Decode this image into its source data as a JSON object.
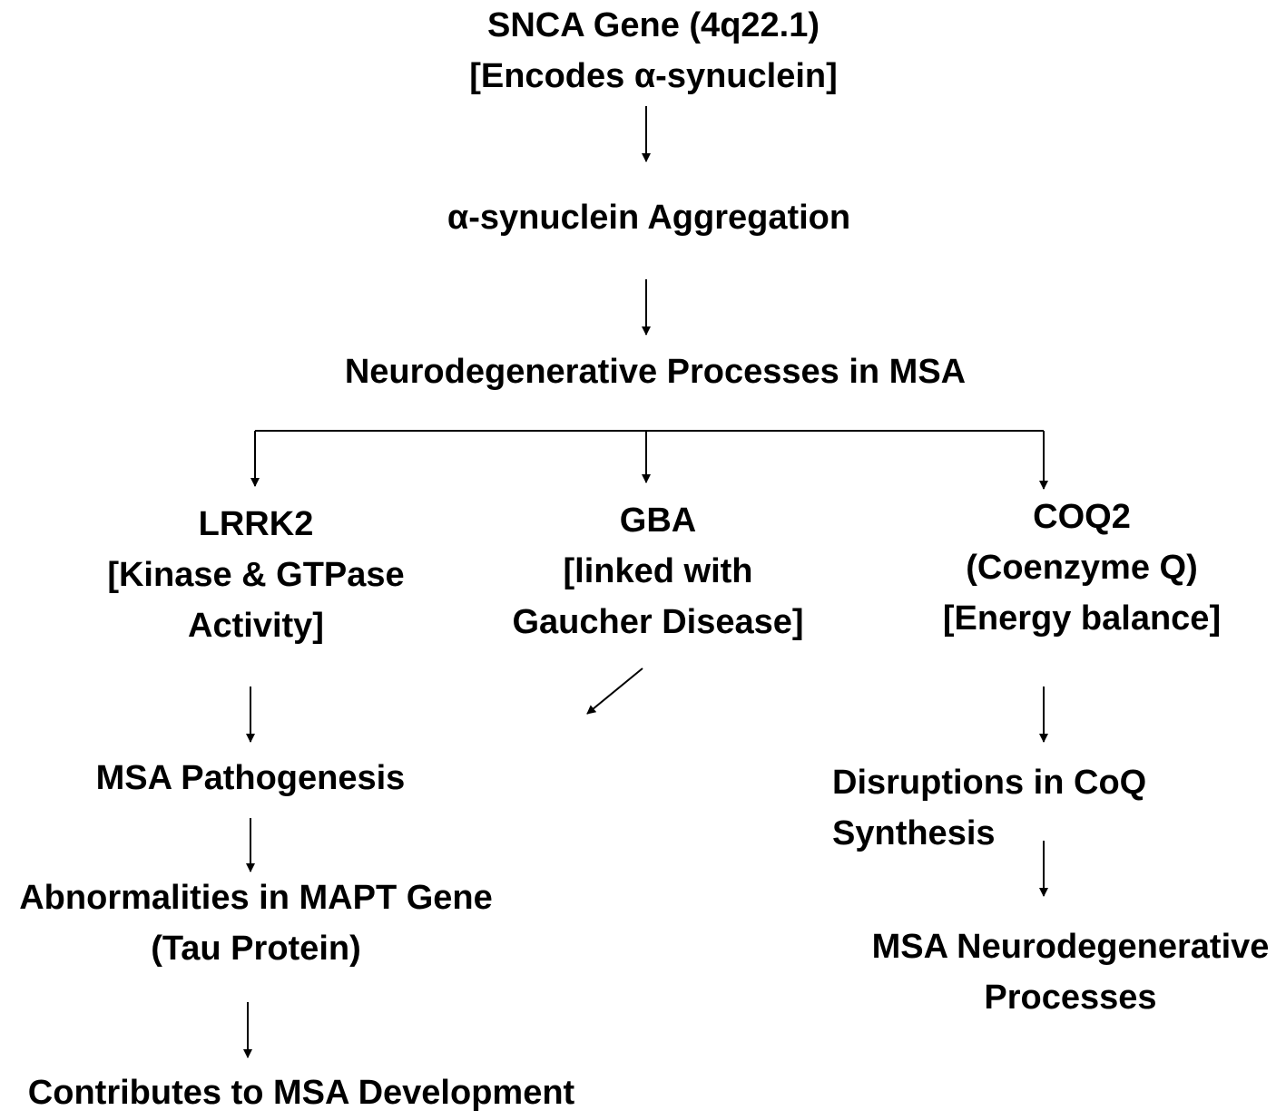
{
  "diagram": {
    "nodes": {
      "snca": {
        "lines": [
          "SNCA Gene (4q22.1)",
          "[Encodes α-synuclein]"
        ]
      },
      "aggregation": {
        "lines": [
          "α-synuclein Aggregation"
        ]
      },
      "neuro": {
        "lines": [
          "Neurodegenerative Processes in MSA"
        ]
      },
      "lrrk2": {
        "lines": [
          "LRRK2",
          "[Kinase & GTPase",
          "Activity]"
        ]
      },
      "gba": {
        "lines": [
          "GBA",
          "[linked with",
          "Gaucher Disease]"
        ]
      },
      "coq2": {
        "lines": [
          "COQ2",
          "(Coenzyme Q)",
          "[Energy balance]"
        ]
      },
      "msa_patho": {
        "lines": [
          "MSA Pathogenesis"
        ]
      },
      "mapt": {
        "lines": [
          "Abnormalities in MAPT Gene",
          "(Tau Protein)"
        ]
      },
      "contrib": {
        "lines": [
          "Contributes to MSA Development"
        ]
      },
      "disrupt": {
        "lines": [
          "Disruptions in CoQ",
          "Synthesis"
        ]
      },
      "msa_neuro": {
        "lines": [
          "MSA Neurodegenerative",
          "Processes"
        ]
      }
    },
    "edges": [
      {
        "from": "snca",
        "to": "aggregation"
      },
      {
        "from": "aggregation",
        "to": "neuro"
      },
      {
        "from": "neuro",
        "to": "lrrk2"
      },
      {
        "from": "neuro",
        "to": "gba"
      },
      {
        "from": "neuro",
        "to": "coq2"
      },
      {
        "from": "gba",
        "to": ""
      },
      {
        "from": "lrrk2",
        "to": "msa_patho"
      },
      {
        "from": "msa_patho",
        "to": "mapt"
      },
      {
        "from": "mapt",
        "to": "contrib"
      },
      {
        "from": "coq2",
        "to": "disrupt"
      },
      {
        "from": "disrupt",
        "to": "msa_neuro"
      }
    ]
  }
}
